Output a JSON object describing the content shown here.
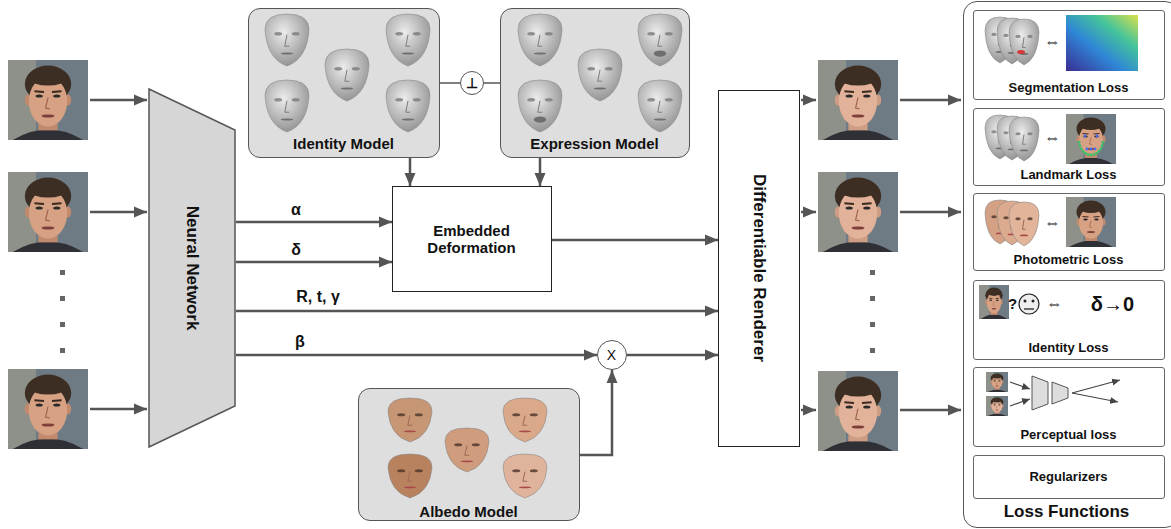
{
  "diagram": {
    "nodes": [
      {
        "text": [
          "Neural Network"
        ]
      },
      {
        "text": [
          "Identity Model"
        ]
      },
      {
        "text": [
          "⊥"
        ]
      },
      {
        "text": [
          "Expression Model"
        ]
      },
      {
        "text": [
          "Embedded Deformation"
        ]
      },
      {
        "text": [
          "X"
        ]
      },
      {
        "text": [
          "Albedo Model"
        ]
      },
      {
        "text": [
          "Differentiable Renderer"
        ]
      },
      {
        "text": [
          "Loss Functions"
        ]
      },
      {
        "text": [
          "⇔",
          "Segmentation Loss"
        ],
        "in": 8
      },
      {
        "text": [
          "⇔",
          "Landmark Loss"
        ],
        "in": 8
      },
      {
        "text": [
          "⇔",
          "Photometric Loss"
        ],
        "in": 8
      },
      {
        "text": [
          "?",
          "⇔",
          "δ→0",
          "Identity Loss"
        ],
        "in": 8
      },
      {
        "text": [
          "Perceptual loss"
        ],
        "in": 8
      },
      {
        "text": [
          "Regularizers"
        ],
        "in": 8
      }
    ],
    "edges": [
      {
        "from": 1,
        "to": 4,
        "arrow": "to"
      },
      {
        "from": 3,
        "to": 4,
        "arrow": "to"
      },
      {
        "from": 1,
        "to": 2,
        "arrow": "none"
      },
      {
        "from": 2,
        "to": 3,
        "arrow": "none"
      },
      {
        "from": 0,
        "to": 4,
        "label": "α",
        "arrow": "to"
      },
      {
        "from": 0,
        "to": 4,
        "label": "δ",
        "arrow": "to"
      },
      {
        "from": 0,
        "to": 7,
        "label": "R, t, γ",
        "arrow": "to"
      },
      {
        "from": 0,
        "to": 5,
        "label": "β",
        "arrow": "to"
      },
      {
        "from": 6,
        "to": 5,
        "arrow": "to"
      },
      {
        "from": 5,
        "to": 7,
        "arrow": "to"
      },
      {
        "from": 4,
        "to": 7,
        "arrow": "to"
      }
    ]
  }
}
